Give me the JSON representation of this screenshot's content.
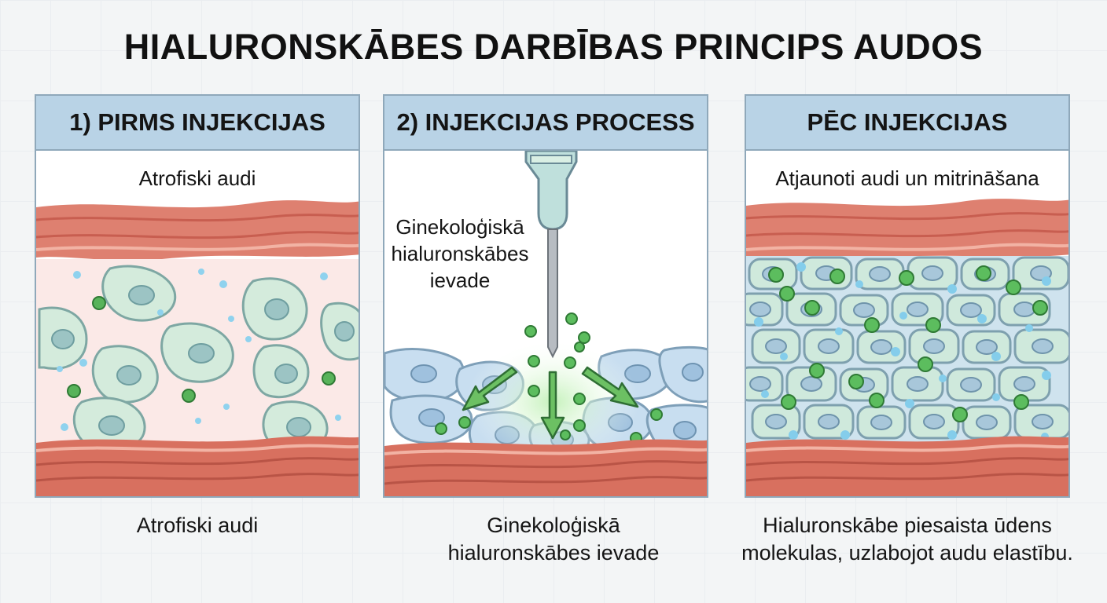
{
  "title": "HIALURONSKĀBES DARBĪBAS PRINCIPS AUDOS",
  "panels": [
    {
      "header": "1) PIRMS INJEKCIJAS",
      "subtitle": "Atrofiski audi",
      "illustration": "atrophic-tissue"
    },
    {
      "header": "2) INJEKCIJAS PROCESS",
      "label_lines": [
        "Ginekoloģiskā",
        "hialuronskābes",
        "ievade"
      ],
      "illustration": "syringe-injection"
    },
    {
      "header": "PĒC INJEKCIJAS",
      "subtitle": "Atjaunoti audi un mitrināšana",
      "illustration": "restored-hydrated-tissue"
    }
  ],
  "captions": [
    {
      "lines": [
        "Atrofiski audi"
      ]
    },
    {
      "lines": [
        "Ginekoloģiskā",
        "hialuronskābes ievade"
      ]
    },
    {
      "lines": [
        "Hialuronskābe piesaista ūdens",
        "molekulas, uzlabojot audu elastību."
      ]
    }
  ],
  "colors": {
    "header_bg": "#b9d3e6",
    "panel_border": "#8fa8ba",
    "muscle": "#d8705f",
    "hyaluronic_dot": "#5cbd5e",
    "water_dot": "#8fd2ee",
    "cell_fill": "#d4ebdc"
  }
}
